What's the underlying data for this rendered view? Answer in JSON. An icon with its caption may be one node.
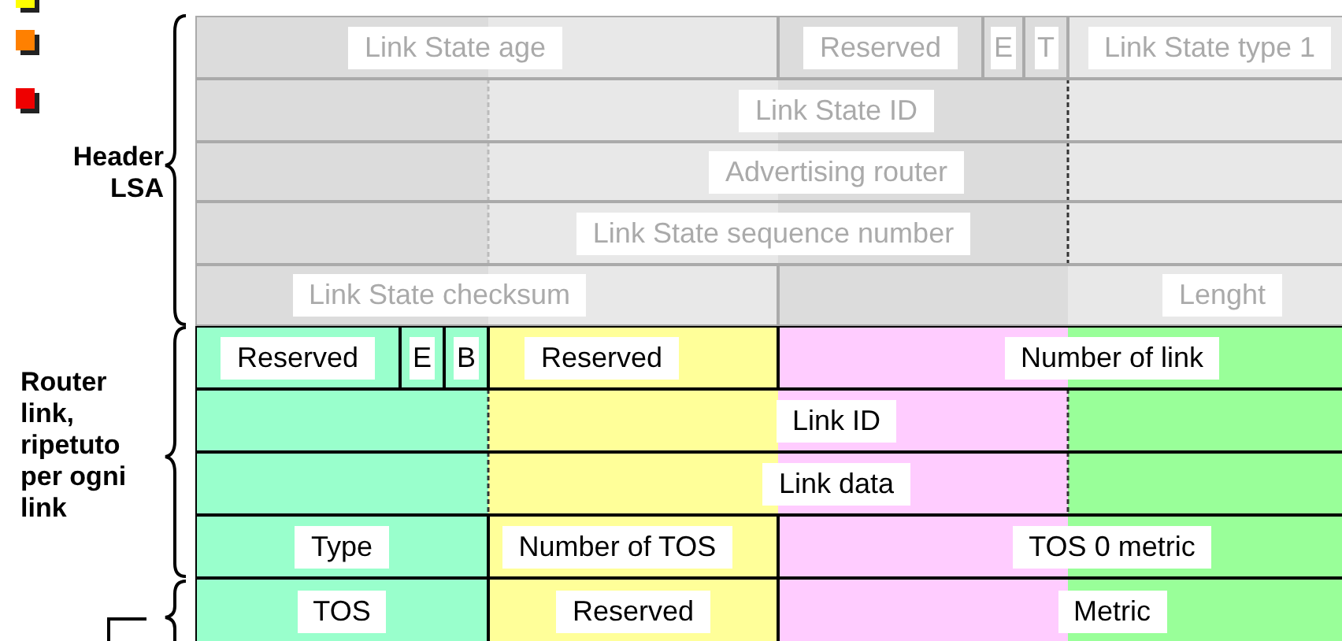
{
  "diagram": {
    "nodes": [
      {
        "text": [
          "Link State age"
        ]
      },
      {
        "text": [
          "Reserved"
        ]
      },
      {
        "text": [
          "E"
        ]
      },
      {
        "text": [
          "T"
        ]
      },
      {
        "text": [
          "Link State type 1"
        ]
      },
      {
        "text": [
          "Link State ID"
        ]
      },
      {
        "text": [
          "Advertising router"
        ]
      },
      {
        "text": [
          "Link State sequence number"
        ]
      },
      {
        "text": [
          "Link State checksum"
        ]
      },
      {
        "text": [
          "Lenght"
        ]
      },
      {
        "text": [
          "Reserved"
        ]
      },
      {
        "text": [
          "E"
        ]
      },
      {
        "text": [
          "B"
        ]
      },
      {
        "text": [
          "Reserved"
        ]
      },
      {
        "text": [
          "Number of link"
        ]
      },
      {
        "text": [
          "Link ID"
        ]
      },
      {
        "text": [
          "Link data"
        ]
      },
      {
        "text": [
          "Type"
        ]
      },
      {
        "text": [
          "Number of TOS"
        ]
      },
      {
        "text": [
          "TOS 0 metric"
        ]
      },
      {
        "text": [
          "TOS"
        ]
      },
      {
        "text": [
          "Reserved"
        ]
      },
      {
        "text": [
          "Metric"
        ]
      }
    ],
    "labels": [
      "Header LSA",
      "Router link, ripetuto per ogni link"
    ]
  }
}
